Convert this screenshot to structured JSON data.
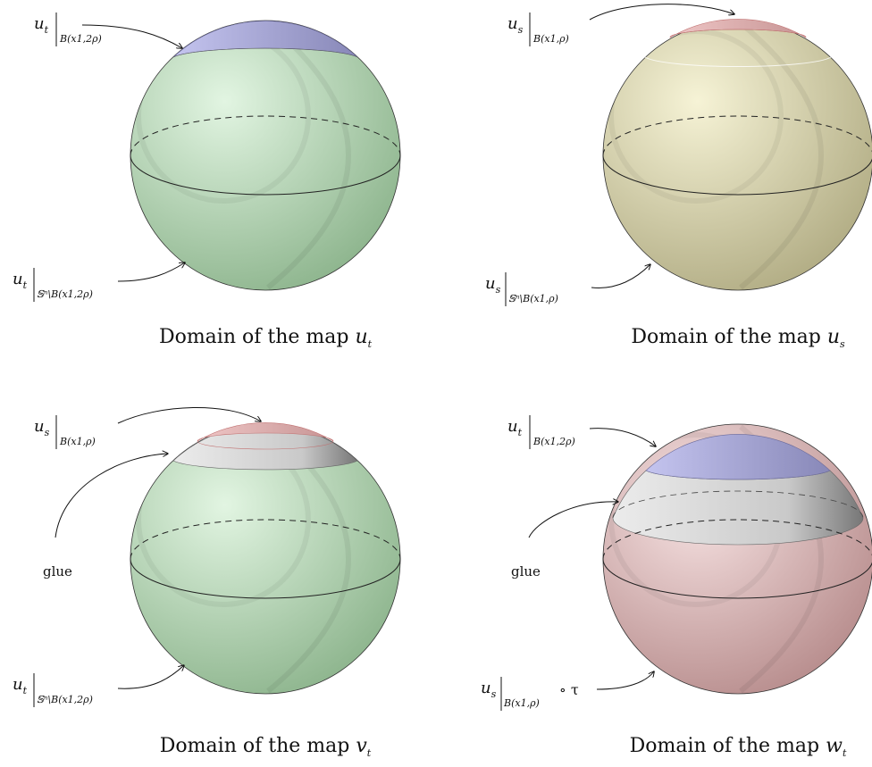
{
  "panels": [
    {
      "id": "ut",
      "caption_prefix": "Domain of the map",
      "caption_var": "u",
      "caption_sub": "t",
      "sphere_color": "#bfe0bf",
      "cap_color": "#b8b8e8",
      "band_color": null,
      "labels": {
        "top_base": "u",
        "top_base_sub": "t",
        "top_domain": "B(x1,2ρ)",
        "bottom_base": "u",
        "bottom_base_sub": "t",
        "bottom_domain": "𝕊ⁿ\\B(x1,2ρ)"
      }
    },
    {
      "id": "us",
      "caption_prefix": "Domain of the map",
      "caption_var": "u",
      "caption_sub": "s",
      "sphere_color": "#e6e2bf",
      "cap_color": "#e8b5b5",
      "band_color": null,
      "labels": {
        "top_base": "u",
        "top_base_sub": "s",
        "top_domain": "B(x1,ρ)",
        "bottom_base": "u",
        "bottom_base_sub": "s",
        "bottom_domain": "𝕊ⁿ\\B(x1,ρ)"
      }
    },
    {
      "id": "vt",
      "caption_prefix": "Domain of the map",
      "caption_var": "v",
      "caption_sub": "t",
      "sphere_color": "#bfe0bf",
      "cap_color": "#e8b5b5",
      "band_color": "#e4e4e4",
      "labels": {
        "top_base": "u",
        "top_base_sub": "s",
        "top_domain": "B(x1,ρ)",
        "glue": "glue",
        "bottom_base": "u",
        "bottom_base_sub": "t",
        "bottom_domain": "𝕊ⁿ\\B(x1,2ρ)"
      }
    },
    {
      "id": "wt",
      "caption_prefix": "Domain of the map",
      "caption_var": "w",
      "caption_sub": "t",
      "sphere_color": "#ecc9c9",
      "cap_color": "#b8b8e8",
      "band_color": "#e4e4e4",
      "labels": {
        "top_base": "u",
        "top_base_sub": "t",
        "top_domain": "B(x1,2ρ)",
        "glue": "glue",
        "bottom_base": "u",
        "bottom_base_sub": "s",
        "bottom_domain": "B(x1,ρ)",
        "bottom_suffix": "∘ τ"
      }
    }
  ]
}
